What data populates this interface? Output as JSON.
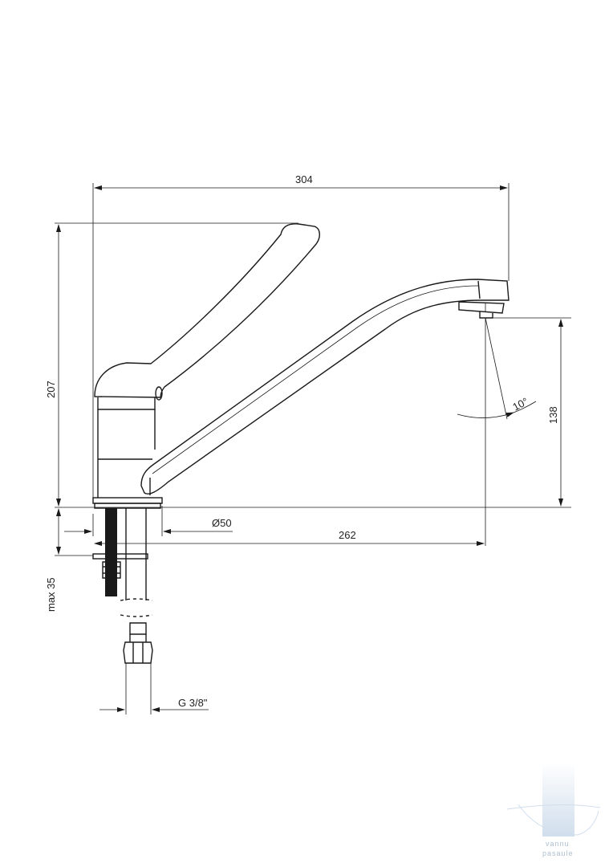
{
  "dimensions": {
    "overall_width": "304",
    "total_height": "207",
    "spout_height": "138",
    "base_diameter": "Ø50",
    "spout_reach": "262",
    "max_mount_thickness": "max 35",
    "connection_thread": "G 3/8\"",
    "swivel_angle": "10°"
  },
  "watermark": {
    "line1": "vannu",
    "line2": "pasaule",
    "color": "#c9d9ea"
  },
  "colors": {
    "line": "#1a1a1a",
    "background": "#ffffff"
  }
}
